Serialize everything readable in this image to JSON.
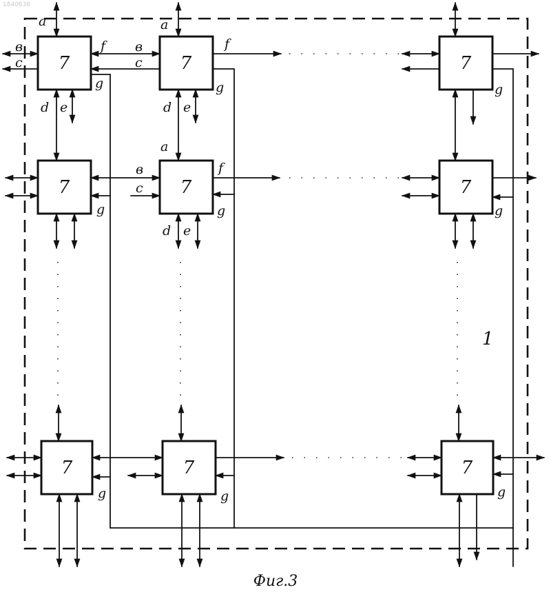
{
  "doc_number": "1840638",
  "module_label": "7",
  "ref_label": "1",
  "caption": "Фиг.3",
  "ports": {
    "a": "a",
    "b": "в",
    "c": "c",
    "d": "d",
    "e": "e",
    "f": "f",
    "g": "g"
  }
}
